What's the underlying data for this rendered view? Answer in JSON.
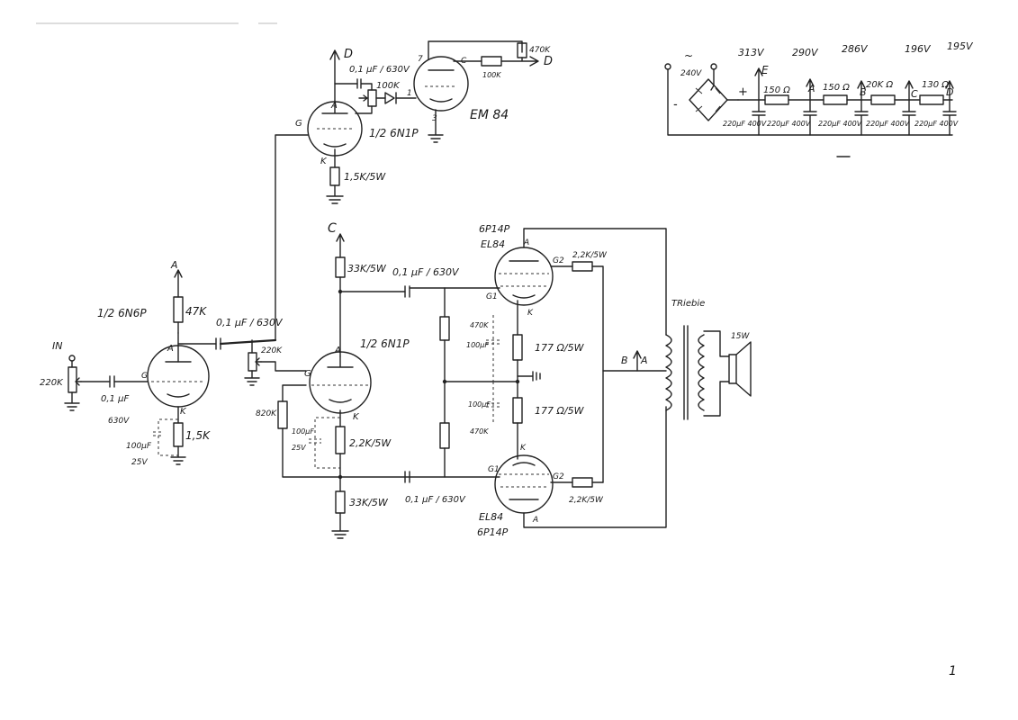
{
  "psu": {
    "voltages": [
      "313V",
      "290V",
      "286V",
      "196V",
      "195V"
    ],
    "tap_labels": [
      "E",
      "A",
      "B",
      "C",
      "D"
    ],
    "ac_symbol": "~",
    "ac_voltage": "240V",
    "plus_sign": "+",
    "minus_sign": "-",
    "resistors": [
      "150 Ω",
      "150 Ω",
      "20K Ω",
      "130 Ω"
    ],
    "caps": [
      "220μF 400V",
      "220μF 400V",
      "220μF 400V",
      "220μF 400V",
      "220μF 400V"
    ]
  },
  "em84_stage": {
    "supply_label": "D",
    "cap": "0,1 μF / 630V",
    "pot": "100K",
    "r_top": "470K",
    "r_series": "100K",
    "out_label": "D",
    "pin7": "7",
    "pin3": "3",
    "pin1": "1",
    "pin_c": "C",
    "tube": "EM 84",
    "half_tube": "1/2 6N1P",
    "pin_a": "A",
    "pin_g": "G",
    "pin_k": "K",
    "cathode_r": "1,5K/5W"
  },
  "input_stage": {
    "in_label": "IN",
    "pot": "220K",
    "cap": "0,1 μF",
    "cap_v": "630V",
    "grid": "G",
    "tube": "1/2 6N6P",
    "supply": "A",
    "plate_r": "47K",
    "pin_a": "A",
    "pin_k": "K",
    "cathode_cap": "100μF",
    "cathode_cap_v": "25V",
    "cathode_r": "1,5K"
  },
  "coupling": {
    "cap1": "0,1 μF / 630V",
    "pot2": "220K"
  },
  "phase_inverter": {
    "supply": "C",
    "plate_r": "33K/5W",
    "cap_top": "0,1 μF / 630V",
    "tube": "1/2 6N1P",
    "pin_a": "A",
    "pin_g": "G",
    "pin_k": "K",
    "grid_r": "820K",
    "cathode_cap": "100μF",
    "cathode_cap_v": "25V",
    "cathode_r": "2,2K/5W",
    "cap_bottom": "0,1 μF / 630V",
    "tail_r": "33K/5W"
  },
  "output_stage": {
    "tube_top_code": "6P14P",
    "tube_top_name": "EL84",
    "tube_bottom_code": "6P14P",
    "tube_bottom_name": "EL84",
    "pin_a": "A",
    "pin_g1": "G1",
    "pin_g2": "G2",
    "pin_k": "K",
    "g2_r_top": "2,2K/5W",
    "g2_r_bottom": "2,2K/5W",
    "bias_r_top": "470K",
    "bias_cap_top": "100μF",
    "bias_r_bottom": "470K",
    "bias_cap_bottom": "100μF",
    "cathode_r_top": "177 Ω/5W",
    "cathode_r_bottom": "177 Ω/5W",
    "tap_b": "B",
    "tap_a": "A"
  },
  "transformer": {
    "label": "TRiebie",
    "speaker": "15W"
  },
  "page_number": "1"
}
